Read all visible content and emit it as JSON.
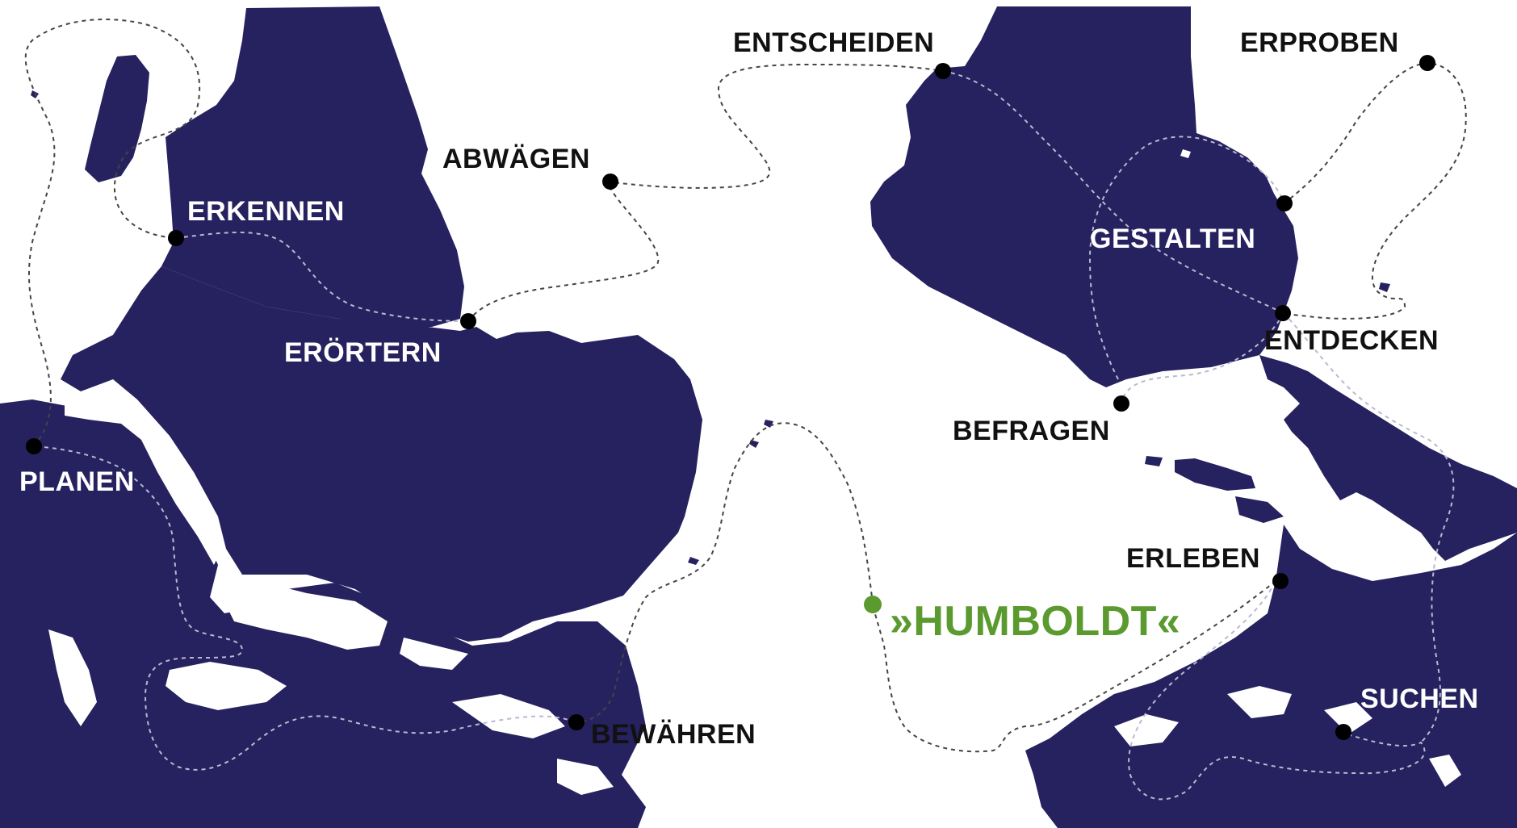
{
  "colors": {
    "land": "#26215f",
    "water": "#ffffff",
    "route": "#444444",
    "route_on_land": "#b9b9cf",
    "marker": "#000000",
    "label_dark": "#111111",
    "label_light": "#ffffff",
    "highlight": "#5a9a2e"
  },
  "stations": [
    {
      "id": "erkennen",
      "label": "ERKENNEN",
      "label_tone": "light"
    },
    {
      "id": "abwaegen",
      "label": "ABWÄGEN",
      "label_tone": "dark"
    },
    {
      "id": "eroertern",
      "label": "ERÖRTERN",
      "label_tone": "light"
    },
    {
      "id": "planen",
      "label": "PLANEN",
      "label_tone": "light"
    },
    {
      "id": "bewaehren",
      "label": "BEWÄHREN",
      "label_tone": "dark"
    },
    {
      "id": "entscheiden",
      "label": "ENTSCHEIDEN",
      "label_tone": "dark"
    },
    {
      "id": "erproben",
      "label": "ERPROBEN",
      "label_tone": "dark"
    },
    {
      "id": "gestalten",
      "label": "GESTALTEN",
      "label_tone": "light"
    },
    {
      "id": "entdecken",
      "label": "ENTDECKEN",
      "label_tone": "dark"
    },
    {
      "id": "befragen",
      "label": "BEFRAGEN",
      "label_tone": "dark"
    },
    {
      "id": "erleben",
      "label": "ERLEBEN",
      "label_tone": "dark"
    },
    {
      "id": "suchen",
      "label": "SUCHEN",
      "label_tone": "light"
    }
  ],
  "highlight": {
    "label": "»HUMBOLDT«"
  }
}
